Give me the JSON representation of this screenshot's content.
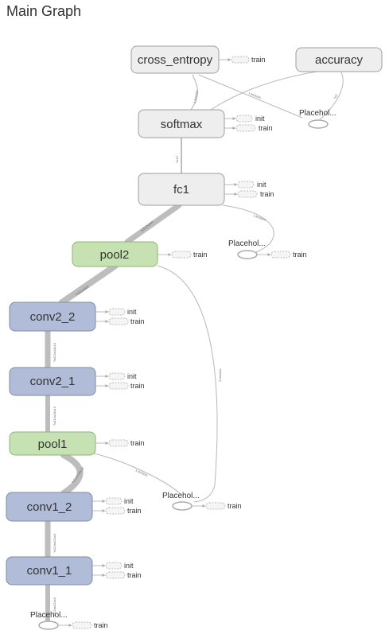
{
  "title": "Main Graph",
  "nodes": {
    "cross_entropy": {
      "label": "cross_entropy"
    },
    "accuracy": {
      "label": "accuracy"
    },
    "softmax": {
      "label": "softmax"
    },
    "fc1": {
      "label": "fc1"
    },
    "pool2": {
      "label": "pool2"
    },
    "conv2_2": {
      "label": "conv2_2"
    },
    "conv2_1": {
      "label": "conv2_1"
    },
    "pool1": {
      "label": "pool1"
    },
    "conv1_2": {
      "label": "conv1_2"
    },
    "conv1_1": {
      "label": "conv1_1"
    }
  },
  "placeholders": {
    "top": "Placehol...",
    "mid": "Placehol...",
    "lower": "Placehol...",
    "bottom": "Placehol..."
  },
  "aux": {
    "train": "train",
    "init": "init"
  },
  "edge_labels": {
    "fc1_softmax": "?x10",
    "pool2_fc1": "?x512x4x4",
    "conv2_2_pool2": "?x512x9x9",
    "conv2_1_conv2_2": "?x512x10x10",
    "pool1_conv2_1": "?x512x19x19",
    "conv1_2_pool1": "?x512x19x19",
    "conv1_1_conv1_2": "?x224x224x3",
    "placeholder_conv1_1": "?x224x224x3",
    "pool2_placeholder": "2 tensors",
    "fc1_placeholder": "1 tensors",
    "pool1_placeholder": "1 tensors",
    "softmax_cross_entropy": "1 tensors",
    "cross_entropy_placeholder": "1 tensors",
    "accuracy_placeholder": "?x2"
  },
  "colors": {
    "gray_fill": "#eeeeee",
    "gray_stroke": "#9e9e9e",
    "blue_fill": "#b0bcd8",
    "blue_stroke": "#7e8ba8",
    "green_fill": "#c6e2b3",
    "green_stroke": "#8fb279",
    "edge": "#b5b5b5"
  }
}
